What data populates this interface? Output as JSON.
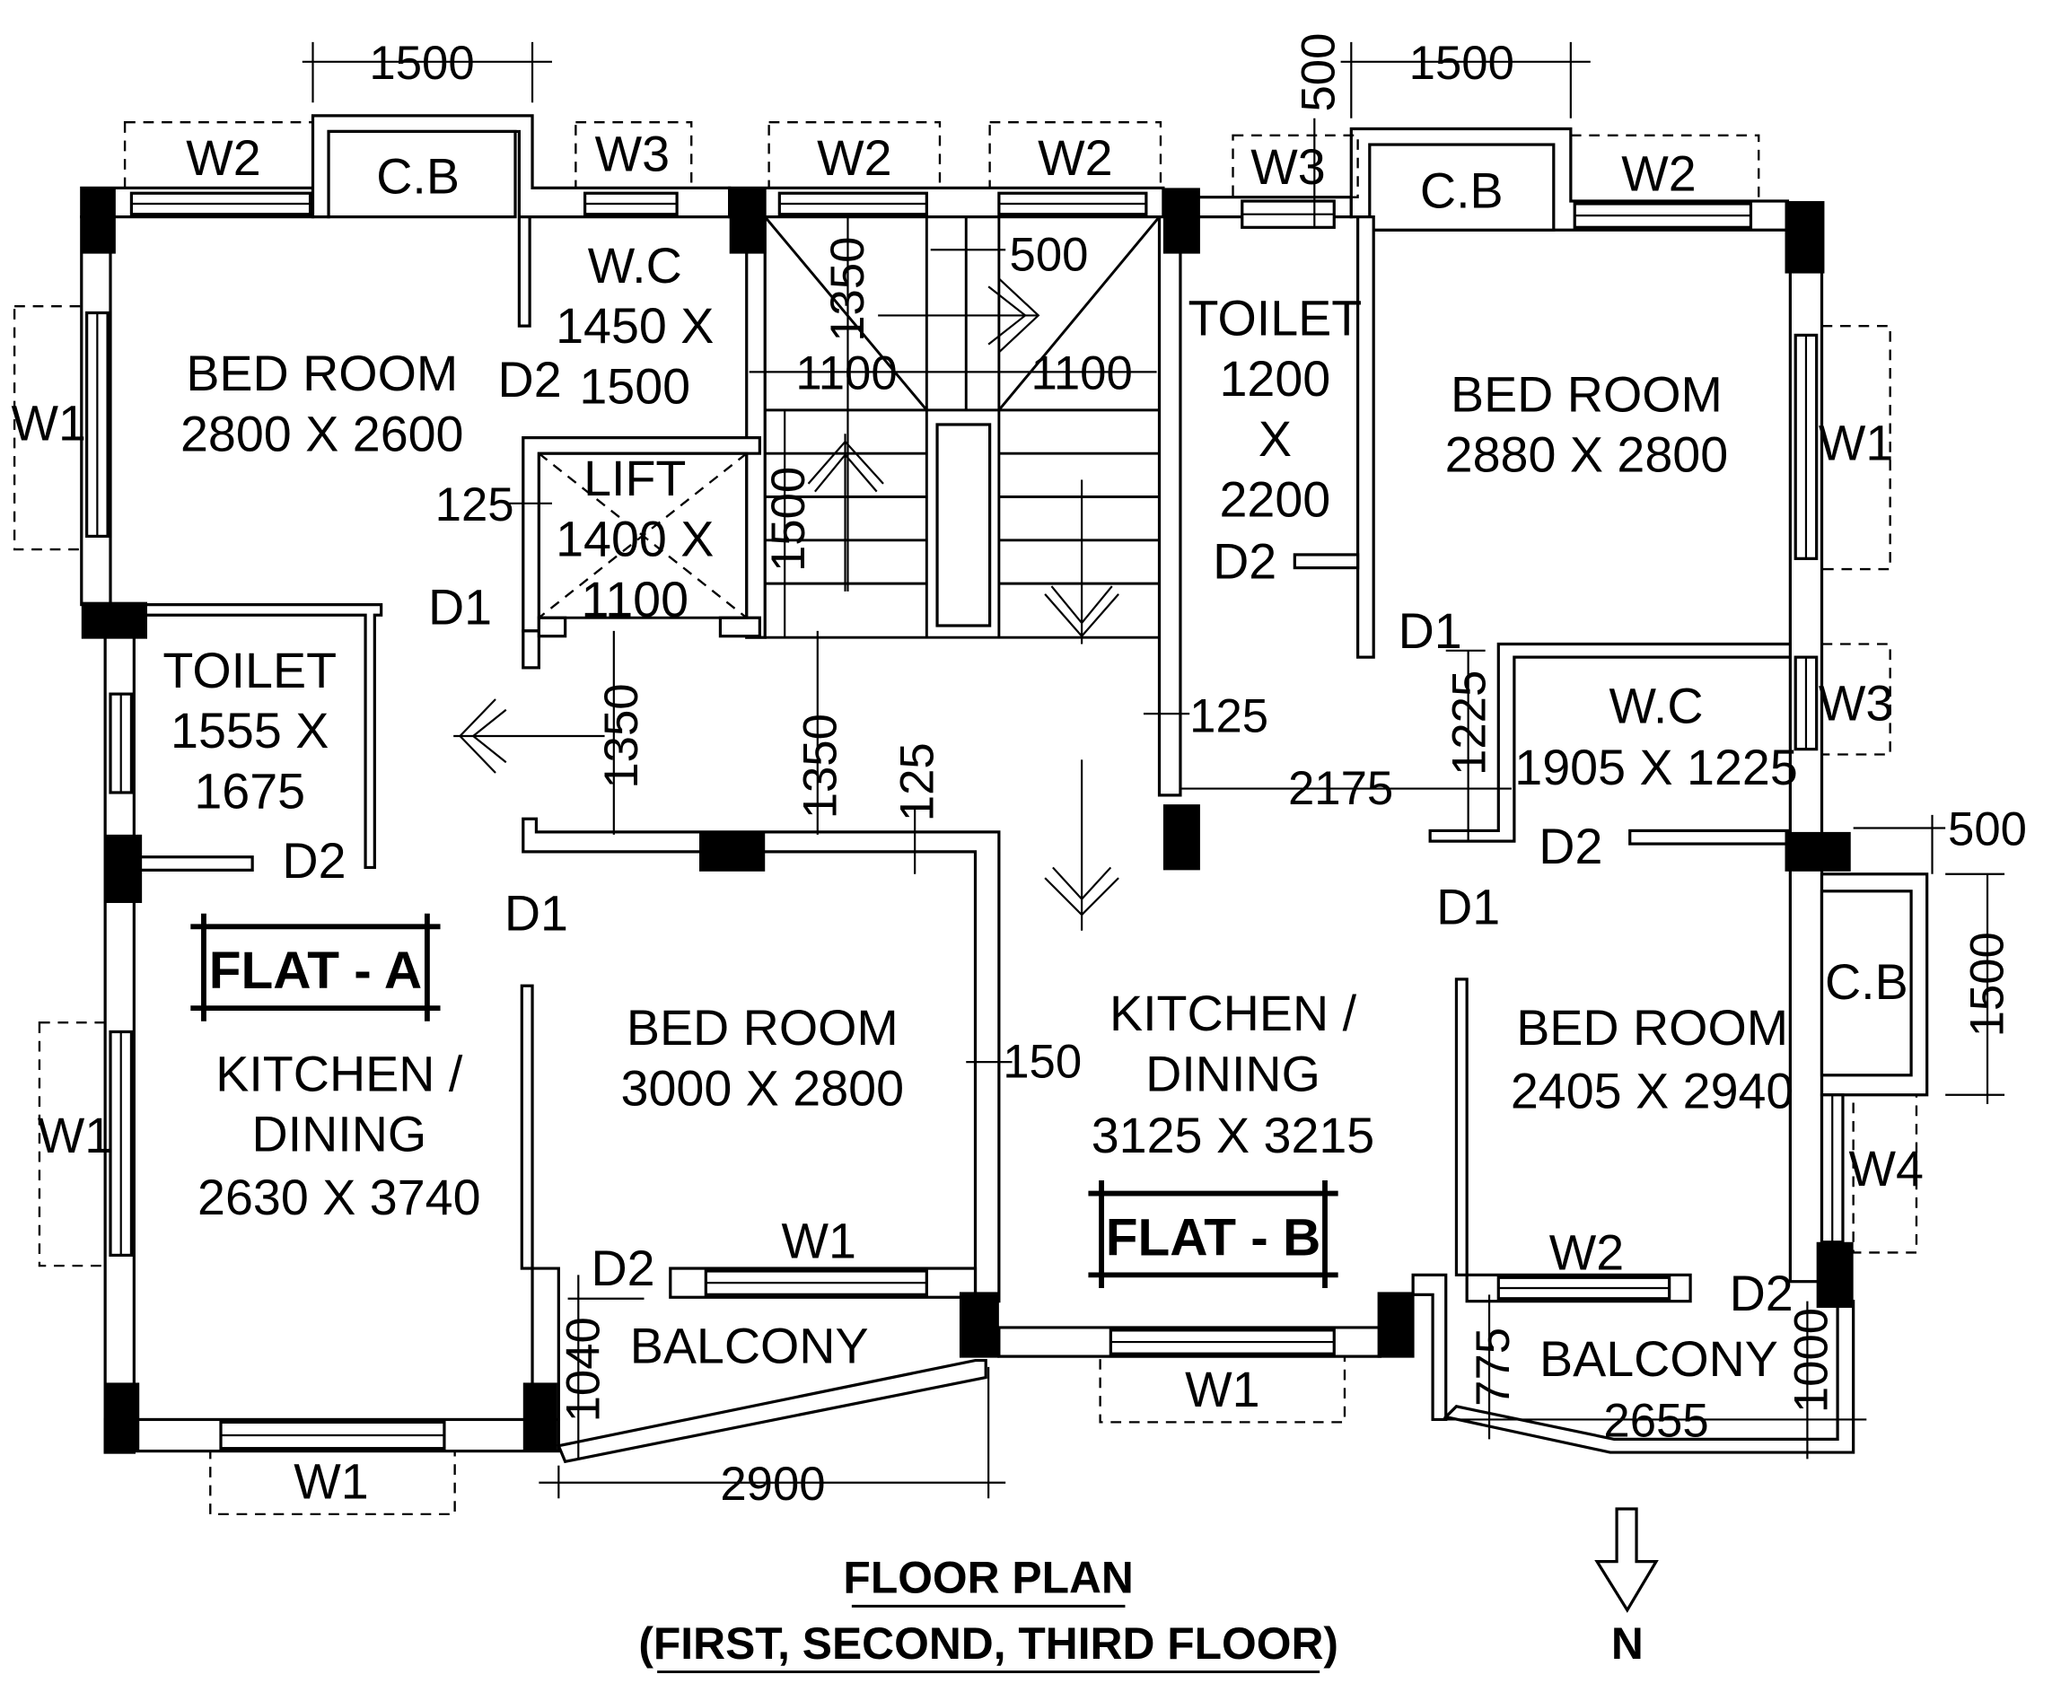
{
  "title": {
    "line1": "FLOOR PLAN",
    "line2": "(FIRST, SECOND, THIRD FLOOR)"
  },
  "north_arrow": {
    "label": "N",
    "icon": "north-arrow-icon"
  },
  "flats": {
    "a": "FLAT - A",
    "b": "FLAT - B"
  },
  "rooms": {
    "a_bedroom1": {
      "name": "BED ROOM",
      "size": "2800 X 2600"
    },
    "a_wc": {
      "name": "W.C",
      "size1": "1450 X",
      "size2": "1500"
    },
    "a_toilet": {
      "name": "TOILET",
      "size1": "1555 X",
      "size2": "1675"
    },
    "a_kitchen": {
      "name1": "KITCHEN /",
      "name2": "DINING",
      "size": "2630 X 3740"
    },
    "a_bedroom2": {
      "name": "BED ROOM",
      "size": "3000 X 2800"
    },
    "a_balcony": {
      "name": "BALCONY"
    },
    "lift": {
      "name": "LIFT",
      "size1": "1400 X",
      "size2": "1100"
    },
    "b_toilet": {
      "name": "TOILET",
      "size1": "1200",
      "size2": "X",
      "size3": "2200"
    },
    "b_bedroom1": {
      "name": "BED ROOM",
      "size": "2880 X 2800"
    },
    "b_wc": {
      "name": "W.C",
      "size": "1905 X 1225"
    },
    "b_kitchen": {
      "name1": "KITCHEN /",
      "name2": "DINING",
      "size": "3125 X 3215"
    },
    "b_bedroom2": {
      "name": "BED ROOM",
      "size": "2405 X 2940"
    },
    "b_balcony": {
      "name": "BALCONY"
    },
    "cb": "C.B"
  },
  "openings": {
    "w1": "W1",
    "w2": "W2",
    "w3": "W3",
    "w4": "W4",
    "d1": "D1",
    "d2": "D2"
  },
  "dimensions": {
    "top_left_cb": "1500",
    "top_right_cb": "1500",
    "top_right_offset": "500",
    "stair_500": "500",
    "stair_1350": "1350",
    "stair_1100_left": "1100",
    "stair_1100_right": "1100",
    "stair_1500": "1500",
    "lift_125": "125",
    "lobby_1350_a": "1350",
    "lobby_1350_b": "1350",
    "wall_125_a": "125",
    "wall_125_b": "125",
    "wall_150": "150",
    "lobby_2175": "2175",
    "wc_1225": "1225",
    "right_500": "500",
    "right_cb_1500": "1500",
    "balcony_a_1040": "1040",
    "balcony_a_2900": "2900",
    "balcony_b_775": "775",
    "balcony_b_2655": "2655",
    "balcony_b_1000": "1000"
  }
}
